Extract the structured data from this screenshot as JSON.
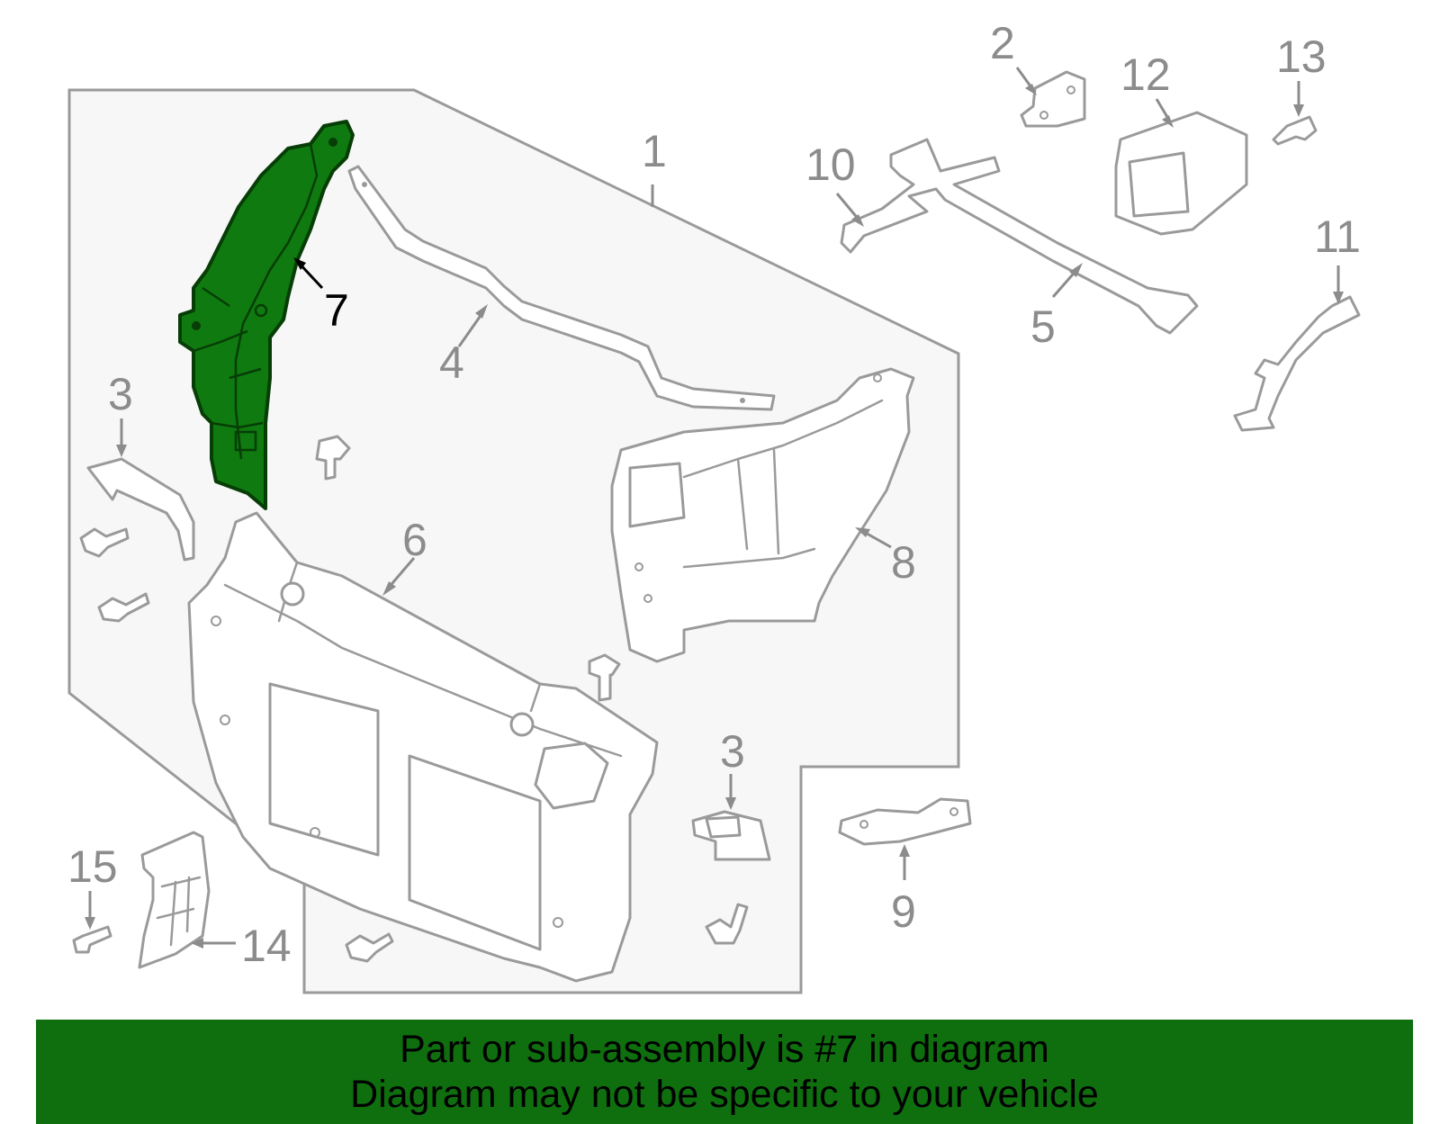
{
  "callouts": {
    "c1": "1",
    "c2": "2",
    "c3a": "3",
    "c3b": "3",
    "c4": "4",
    "c5": "5",
    "c6": "6",
    "c7": "7",
    "c8": "8",
    "c9": "9",
    "c10": "10",
    "c11": "11",
    "c12": "12",
    "c13": "13",
    "c14": "14",
    "c15": "15"
  },
  "highlighted_part": "7",
  "colors": {
    "highlight_fill": "#0f7a0f",
    "banner_background": "#0f6f0f",
    "assembly_background": "#f7f7f7",
    "line_gray": "#9a9a9a"
  },
  "banner": {
    "line1": "Part or sub-assembly is #7 in diagram",
    "line2": "Diagram may not be specific to your vehicle"
  }
}
